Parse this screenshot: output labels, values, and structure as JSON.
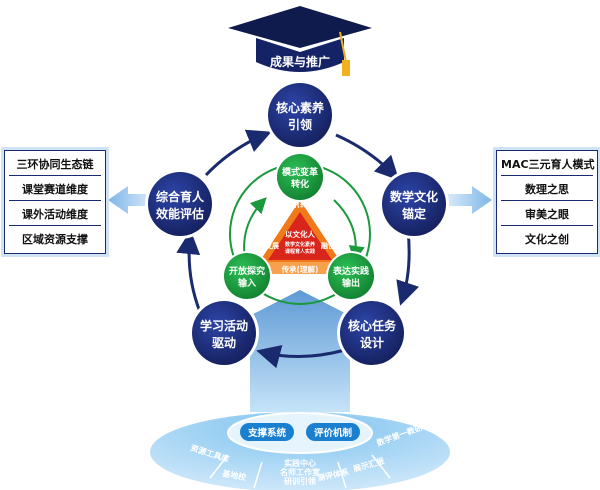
{
  "top": {
    "label": "成果与推广"
  },
  "outer_nodes": [
    {
      "id": "core-literacy",
      "line1": "核心素养",
      "line2": "引领"
    },
    {
      "id": "math-culture",
      "line1": "数学文化",
      "line2": "锚定"
    },
    {
      "id": "core-task",
      "line1": "核心任务",
      "line2": "设计"
    },
    {
      "id": "learning-activity",
      "line1": "学习活动",
      "line2": "驱动"
    },
    {
      "id": "comprehensive-eval",
      "line1": "综合育人",
      "line2": "效能评估"
    }
  ],
  "inner_nodes": [
    {
      "id": "mode-transform",
      "line1": "模式变革",
      "line2": "转化"
    },
    {
      "id": "express-practice",
      "line1": "表达实践",
      "line2": "输出"
    },
    {
      "id": "open-explore",
      "line1": "开放探究",
      "line2": "输入"
    }
  ],
  "triangle": {
    "top_label": "创新(转化)",
    "bottom_label": "传承(理解)",
    "left_label": "发展",
    "right_label": "融合",
    "center_line1": "以文化人",
    "center_line2": "数学文化素养",
    "center_line3": "课程育人实践"
  },
  "left_box": {
    "rows": [
      "三环协同生态链",
      "课堂赛道维度",
      "课外活动维度",
      "区域资源支撑"
    ]
  },
  "right_box": {
    "rows": [
      "MAC三元育人模式",
      "数理之思",
      "审美之眼",
      "文化之创"
    ]
  },
  "base": {
    "pills": [
      "支撑系统",
      "评价机制"
    ],
    "segments": [
      "资源工具库",
      "基地校",
      "实践中心\n名师工作室\n研训引领",
      "测评体系",
      "展示汇报",
      "数学第一教研"
    ]
  },
  "colors": {
    "navy": "#1a2a6e",
    "green": "#1a9a3c",
    "orange": "#f07a1a",
    "red": "#d8261c",
    "sky": "#8ec6ec"
  }
}
